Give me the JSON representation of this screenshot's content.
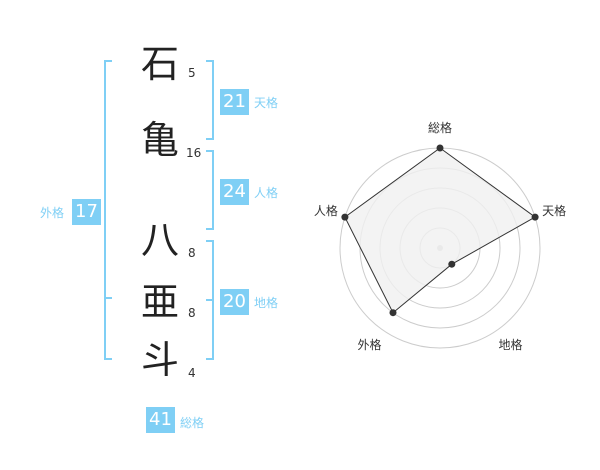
{
  "name": {
    "surname": [
      {
        "char": "石",
        "strokes": "5"
      },
      {
        "char": "亀",
        "strokes": "16"
      }
    ],
    "given": [
      {
        "char": "八",
        "strokes": "8"
      },
      {
        "char": "亜",
        "strokes": "8"
      },
      {
        "char": "斗",
        "strokes": "4"
      }
    ]
  },
  "fortunes": {
    "tenkaku": {
      "value": "21",
      "label": "天格"
    },
    "jinkaku": {
      "value": "24",
      "label": "人格"
    },
    "chikaku": {
      "value": "20",
      "label": "地格"
    },
    "gaikaku": {
      "value": "17",
      "label": "外格"
    },
    "soukaku": {
      "value": "41",
      "label": "総格"
    }
  },
  "radar": {
    "axes": [
      "総格",
      "天格",
      "地格",
      "外格",
      "人格"
    ],
    "levels": 5,
    "values": [
      5,
      5,
      1,
      4,
      5
    ],
    "max": 5,
    "fill_color": "#f0f0f0",
    "line_color": "#333333",
    "grid_color": "#cccccc"
  },
  "colors": {
    "accent": "#7fcff5"
  }
}
